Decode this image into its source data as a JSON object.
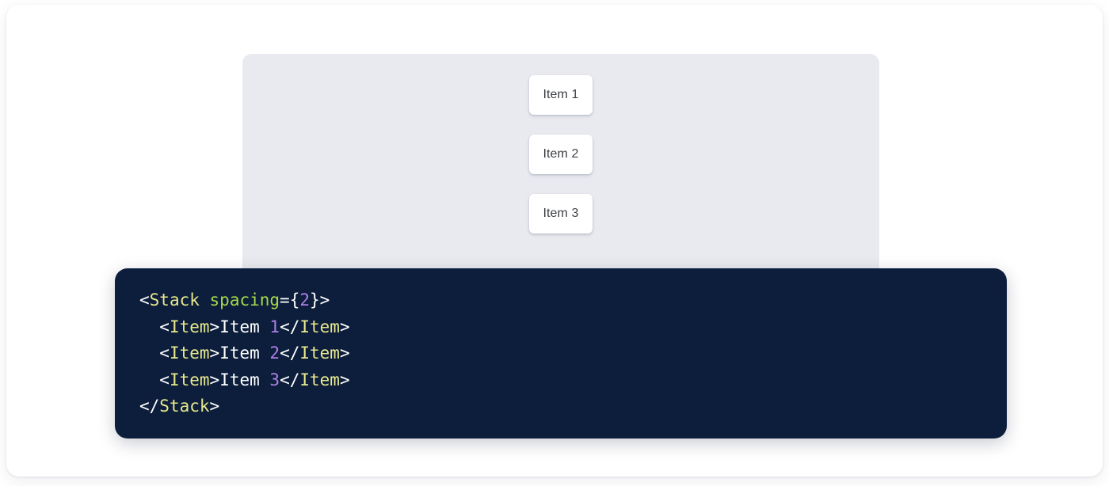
{
  "theme": {
    "page_background": "#ffffff",
    "card_background": "#ffffff",
    "preview_background": "#e8eaef",
    "code_background": "#0c1e3c",
    "item_background": "#ffffff",
    "item_text_color": "#3e4145",
    "syntax_tag_color": "#e8e88c",
    "syntax_attribute_color": "#a5d84a",
    "syntax_number_color": "#b07ee8",
    "syntax_punctuation_color": "#ffffff",
    "syntax_text_color": "#ffffff"
  },
  "preview": {
    "component_name": "Stack",
    "items": [
      {
        "label": "Item 1"
      },
      {
        "label": "Item 2"
      },
      {
        "label": "Item 3"
      }
    ]
  },
  "code": {
    "language": "jsx",
    "lines": [
      {
        "indent": "",
        "tokens": [
          {
            "text": "<",
            "type": "punct"
          },
          {
            "text": "Stack",
            "type": "tag"
          },
          {
            "text": " ",
            "type": "punct"
          },
          {
            "text": "spacing",
            "type": "attr"
          },
          {
            "text": "={",
            "type": "punct"
          },
          {
            "text": "2",
            "type": "num"
          },
          {
            "text": "}>",
            "type": "punct"
          }
        ]
      },
      {
        "indent": "  ",
        "tokens": [
          {
            "text": "<",
            "type": "punct"
          },
          {
            "text": "Item",
            "type": "tag"
          },
          {
            "text": ">",
            "type": "punct"
          },
          {
            "text": "Item ",
            "type": "text"
          },
          {
            "text": "1",
            "type": "num"
          },
          {
            "text": "</",
            "type": "punct"
          },
          {
            "text": "Item",
            "type": "tag"
          },
          {
            "text": ">",
            "type": "punct"
          }
        ]
      },
      {
        "indent": "  ",
        "tokens": [
          {
            "text": "<",
            "type": "punct"
          },
          {
            "text": "Item",
            "type": "tag"
          },
          {
            "text": ">",
            "type": "punct"
          },
          {
            "text": "Item ",
            "type": "text"
          },
          {
            "text": "2",
            "type": "num"
          },
          {
            "text": "</",
            "type": "punct"
          },
          {
            "text": "Item",
            "type": "tag"
          },
          {
            "text": ">",
            "type": "punct"
          }
        ]
      },
      {
        "indent": "  ",
        "tokens": [
          {
            "text": "<",
            "type": "punct"
          },
          {
            "text": "Item",
            "type": "tag"
          },
          {
            "text": ">",
            "type": "punct"
          },
          {
            "text": "Item ",
            "type": "text"
          },
          {
            "text": "3",
            "type": "num"
          },
          {
            "text": "</",
            "type": "punct"
          },
          {
            "text": "Item",
            "type": "tag"
          },
          {
            "text": ">",
            "type": "punct"
          }
        ]
      },
      {
        "indent": "",
        "tokens": [
          {
            "text": "</",
            "type": "punct"
          },
          {
            "text": "Stack",
            "type": "tag"
          },
          {
            "text": ">",
            "type": "punct"
          }
        ]
      }
    ]
  }
}
